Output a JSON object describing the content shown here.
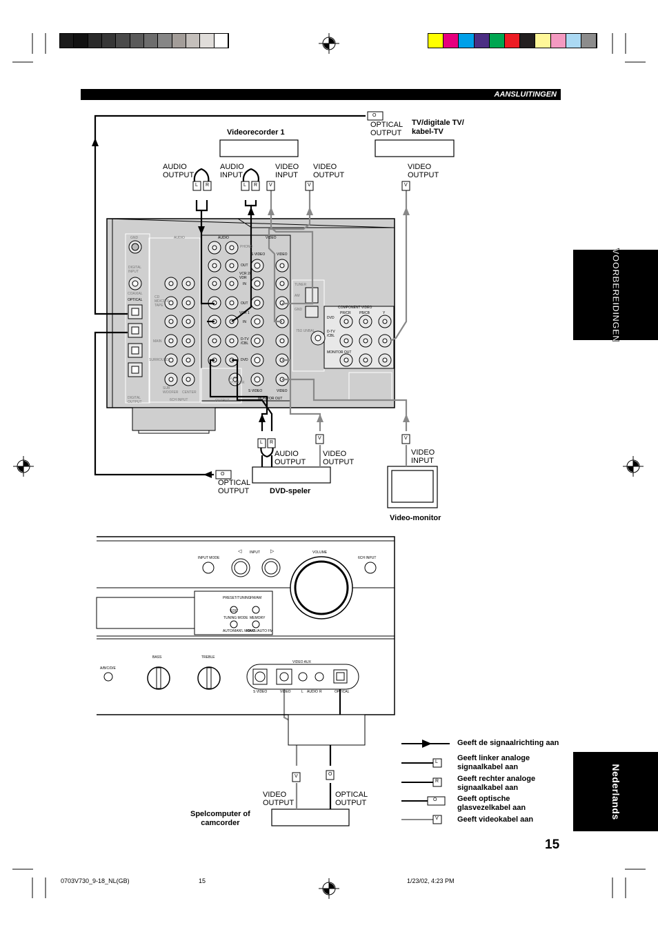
{
  "page": {
    "header": {
      "title": "AANSLUITINGEN"
    },
    "side_tabs": {
      "top": "VOORBEREIDINGEN",
      "bottom": "Nederlands"
    },
    "page_number": "15",
    "footer": {
      "file": "0703V730_9-18_NL(GB)",
      "page": "15",
      "date": "1/23/02, 4:23 PM"
    },
    "color_bar": [
      "#ffff00",
      "#e6007e",
      "#00a0e9",
      "#4b2e83",
      "#00a651",
      "#ed1c24",
      "#231f20",
      "#fff799",
      "#f49ac1",
      "#abd9f3",
      "#8c8c8c"
    ],
    "gray_bar": [
      "#1a1a1a",
      "#111111",
      "#2a2a2a",
      "#363636",
      "#4a4a4a",
      "#5a5a5a",
      "#6d6d6d",
      "#868686",
      "#a39d99",
      "#c4bfbb",
      "#e0ddda",
      "#ffffff"
    ]
  },
  "devices": {
    "vcr": "Videorecorder 1",
    "tv": "TV/digitale TV/\nkabel-TV",
    "dvd": "DVD-speler",
    "monitor": "Video-monitor",
    "game": "Spelcomputer of\ncamcorder"
  },
  "labels": {
    "vcr_audio_output": "AUDIO\nOUTPUT",
    "vcr_audio_input": "AUDIO\nINPUT",
    "vcr_video_input": "VIDEO\nINPUT",
    "vcr_video_output": "VIDEO\nOUTPUT",
    "tv_optical_output": "OPTICAL\nOUTPUT",
    "tv_video_output": "VIDEO\nOUTPUT",
    "dvd_audio_output": "AUDIO\nOUTPUT",
    "dvd_video_output": "VIDEO\nOUTPUT",
    "dvd_optical_output": "OPTICAL\nOUTPUT",
    "monitor_video_input": "VIDEO\nINPUT",
    "game_video_output": "VIDEO\nOUTPUT",
    "game_optical_output": "OPTICAL\nOUTPUT"
  },
  "rear_panel": {
    "gnd": "GND",
    "audio": "AUDIO",
    "video": "VIDEO",
    "phono": "PHONO",
    "s_video": "S VIDEO",
    "out": "OUT",
    "in": "IN",
    "vcr2": "VCR 2/\nVDR",
    "vcr1": "VCR 1",
    "dtv": "D-TV\n/CBL",
    "dvd": "DVD",
    "monitor_out": "MONITOR OUT",
    "digital_input": "DIGITAL\nINPUT",
    "coaxial": "COAXIAL",
    "optical": "OPTICAL",
    "digital_output": "DIGITAL\nOUTPUT",
    "sub_woofer": "SUB\nWOOFER",
    "center": "CENTER",
    "ch6_input": "6CH INPUT",
    "output": "OUTPUT",
    "main": "MAIN",
    "surround": "SURROUND",
    "tuner": "TUNER",
    "am": "AM",
    "gnd_ant": "GND",
    "fm": "75Ω UNBAL.",
    "component_video": "COMPONENT VIDEO",
    "pr_cr": "PR/CR",
    "pb_cb": "PB/CB",
    "y": "Y",
    "cd": "CD",
    "md_cdr": "MD/\nCD-R",
    "ch_labels": "CD\nMD/CD-R\nTAPE"
  },
  "front_panel": {
    "input_mode": "INPUT MODE",
    "input": "INPUT",
    "volume": "VOLUME",
    "ch6_input": "6CH INPUT",
    "preset_tuning": "PRESET/TUNING",
    "fm_am": "FM/AM",
    "edit": "EDIT",
    "tuning_mode": "TUNING MODE",
    "memory": "MEMORY",
    "auto_man_mono": "AUTO/MAN'L MONO",
    "man_auto_fm": "MAN'L/AUTO FM",
    "bass": "BASS",
    "treble": "TREBLE",
    "abcde": "A/B/C/D/E",
    "video_aux": "VIDEO AUX",
    "s_video": "S VIDEO",
    "video": "VIDEO",
    "l": "L",
    "audio": "AUDIO",
    "r": "R",
    "optical": "OPTICAL"
  },
  "legend": [
    {
      "icon": "arrow",
      "text": "Geeft de signaalrichting aan"
    },
    {
      "icon": "L",
      "text": "Geeft linker analoge\nsignaalkabel aan"
    },
    {
      "icon": "R",
      "text": "Geeft rechter analoge\nsignaalkabel aan"
    },
    {
      "icon": "O",
      "text": "Geeft optische\nglasvezelkabel aan"
    },
    {
      "icon": "V",
      "text": "Geeft videokabel aan"
    }
  ],
  "plug_letters": {
    "l": "L",
    "r": "R",
    "v": "V",
    "o": "O"
  }
}
